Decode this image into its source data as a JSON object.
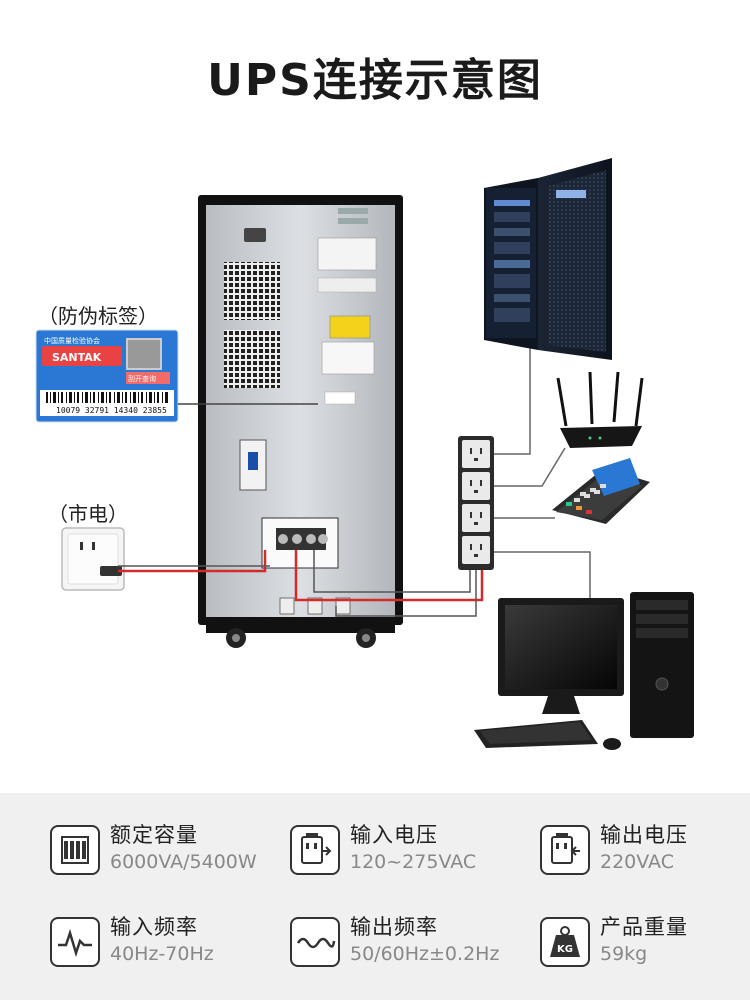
{
  "title": "UPS连接示意图",
  "callouts": {
    "anti_counterfeit": "（防伪标签）",
    "mains": "（市电）"
  },
  "label_card": {
    "org": "中国质量检验协会",
    "brand": "SANTAK",
    "scratch": "刮开查询",
    "serial": "10079 32791 14340 23855"
  },
  "specs": [
    {
      "label": "额定容量",
      "value": "6000VA/5400W",
      "icon": "battery-module-icon"
    },
    {
      "label": "输入电压",
      "value": "120~275VAC",
      "icon": "plug-input-icon"
    },
    {
      "label": "输出电压",
      "value": "220VAC",
      "icon": "plug-output-icon"
    },
    {
      "label": "输入频率",
      "value": "40Hz-70Hz",
      "icon": "pulse-wave-icon"
    },
    {
      "label": "输出频率",
      "value": "50/60Hz±0.2Hz",
      "icon": "sine-wave-icon"
    },
    {
      "label": "产品重量",
      "value": "59kg",
      "icon": "weight-kg-icon"
    }
  ],
  "colors": {
    "cable_red": "#d42a2a",
    "cable_gray": "#555555",
    "ups_body": "#cfd2d6",
    "label_blue": "#2a78d4"
  }
}
